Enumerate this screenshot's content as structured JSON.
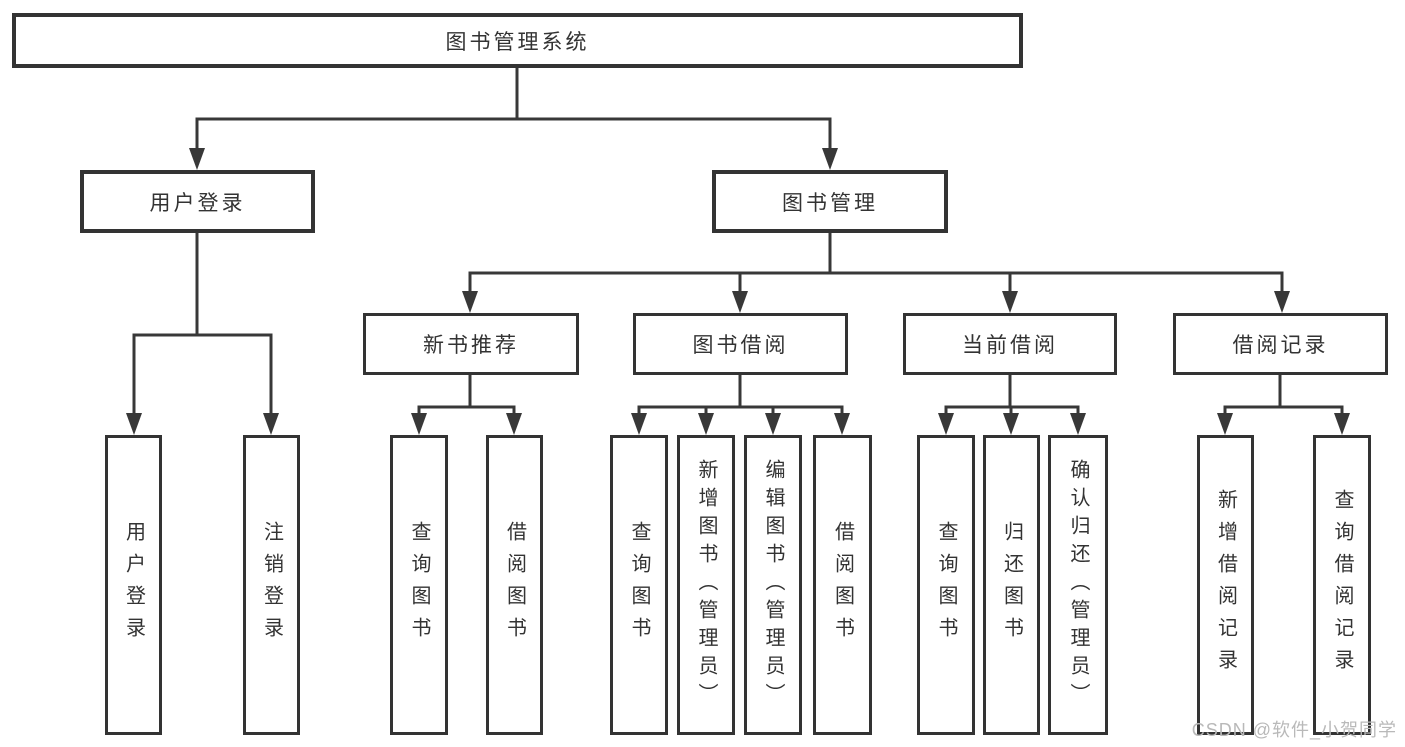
{
  "diagram": {
    "root": {
      "label": "图书管理系统"
    },
    "login_branch": {
      "label": "用户登录",
      "children": [
        {
          "label": "用户登录"
        },
        {
          "label": "注销登录"
        }
      ]
    },
    "mgmt_branch": {
      "label": "图书管理",
      "sections": [
        {
          "label": "新书推荐",
          "children": [
            {
              "label": "查询图书"
            },
            {
              "label": "借阅图书"
            }
          ]
        },
        {
          "label": "图书借阅",
          "children": [
            {
              "label": "查询图书"
            },
            {
              "label": "新增图书（管理员）"
            },
            {
              "label": "编辑图书（管理员）"
            },
            {
              "label": "借阅图书"
            }
          ]
        },
        {
          "label": "当前借阅",
          "children": [
            {
              "label": "查询图书"
            },
            {
              "label": "归还图书"
            },
            {
              "label": "确认归还（管理员）"
            }
          ]
        },
        {
          "label": "借阅记录",
          "children": [
            {
              "label": "新增借阅记录"
            },
            {
              "label": "查询借阅记录"
            }
          ]
        }
      ]
    },
    "watermark": "CSDN @软件_小贺同学",
    "colors": {
      "line": "#383838",
      "text": "#333333",
      "box_background": "#ffffff",
      "watermark": "#b9b9b9"
    }
  }
}
